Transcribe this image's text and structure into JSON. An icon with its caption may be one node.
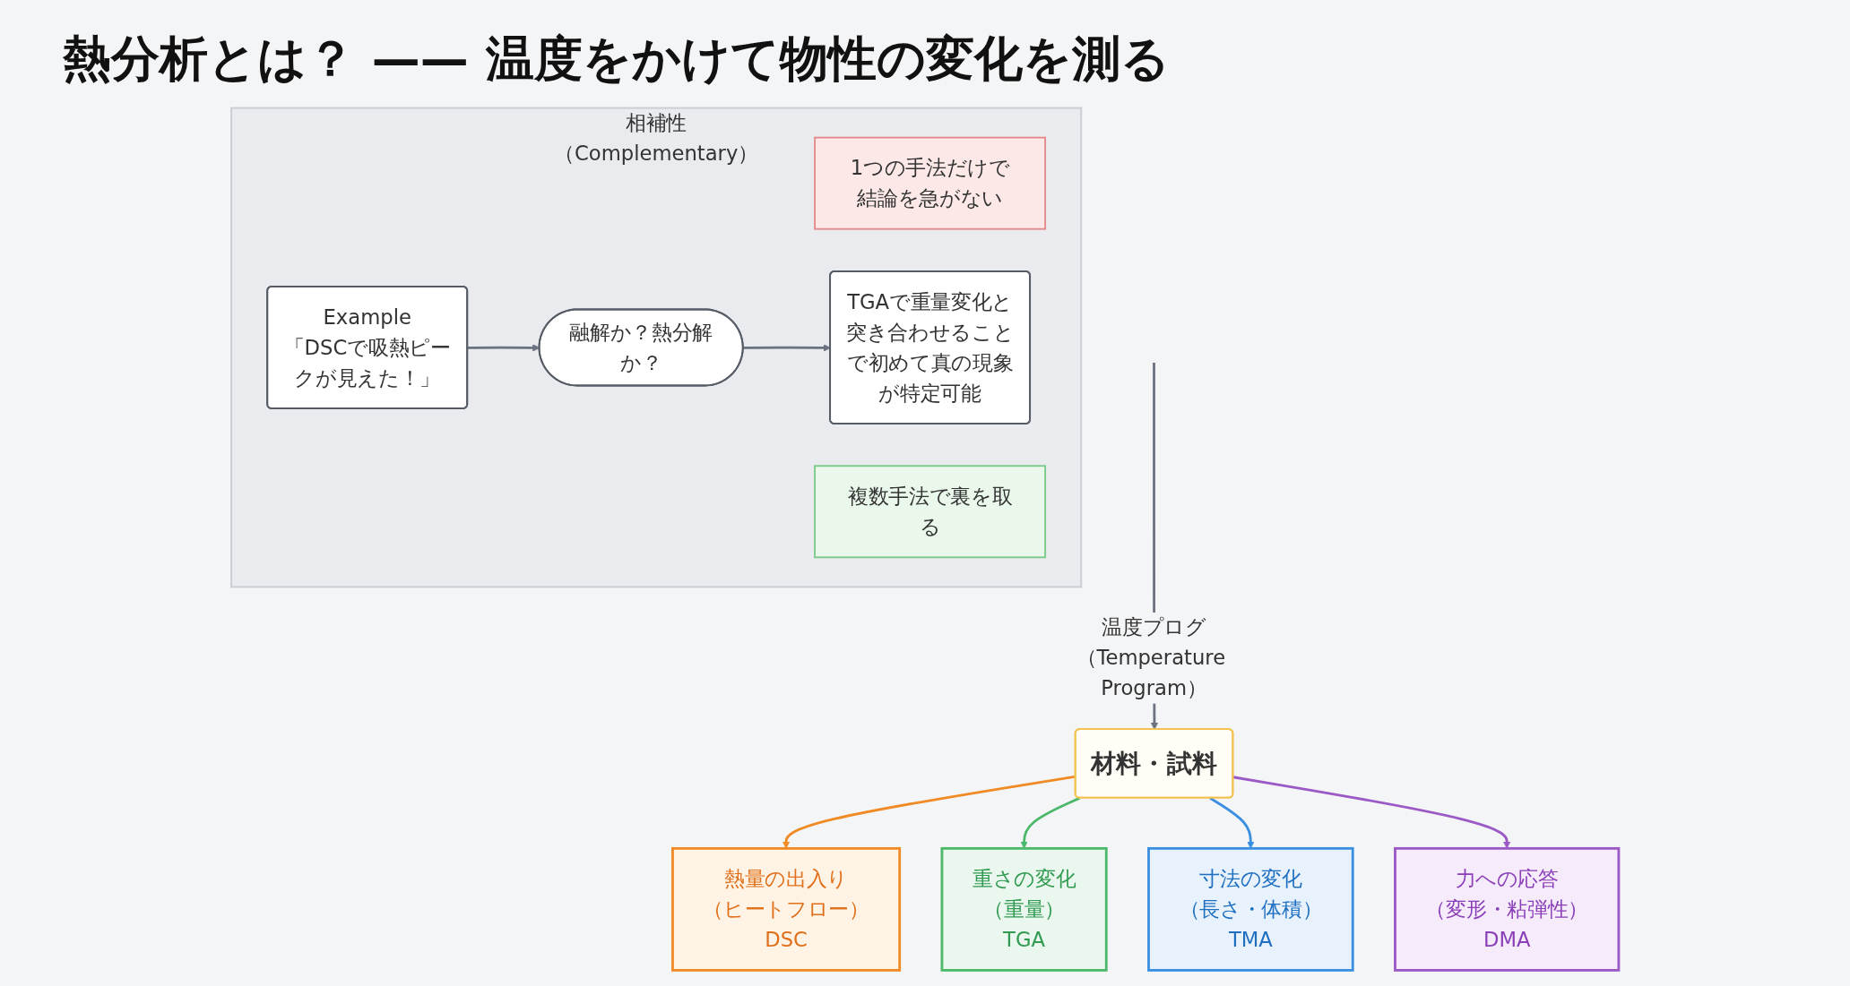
{
  "diagram": {
    "title": "熱分析とは？ —— 温度をかけて物性の変化を測る",
    "nodes": [
      {
        "text": [
          "材料・試料"
        ]
      },
      {
        "text": [
          "熱量の出入り",
          "（ヒートフロー）",
          "DSC"
        ]
      },
      {
        "text": [
          "重さの変化",
          "（重量）",
          "TGA"
        ]
      },
      {
        "text": [
          "寸法の変化",
          "（長さ・体積）",
          "TMA"
        ]
      },
      {
        "text": [
          "力への応答",
          "（変形・粘弾性）",
          "DMA"
        ]
      },
      {
        "text": [
          "相補性（Complementary）"
        ]
      },
      {
        "text": [
          "1つの手法だけで結論を急がない"
        ],
        "in": 5
      },
      {
        "text": [
          "複数手法で裏を取る"
        ],
        "in": 5
      },
      {
        "text": [
          "Example",
          "「DSCで吸熱ピークが見えた！」"
        ],
        "in": 5
      },
      {
        "text": [
          "融解か？熱分解か？"
        ],
        "in": 5
      },
      {
        "text": [
          "TGAで重量変化と突き合わせることで初めて真の現象が特定可能"
        ],
        "in": 5
      }
    ],
    "edges": [
      {
        "from": null,
        "to": 0,
        "arrow": "to",
        "label": "温度プログ（Temperature Program）"
      },
      {
        "from": 0,
        "to": 1,
        "arrow": "to",
        "color": "#f08a24"
      },
      {
        "from": 0,
        "to": 2,
        "arrow": "to",
        "color": "#4cb86a"
      },
      {
        "from": 0,
        "to": 3,
        "arrow": "to",
        "color": "#3b8fe0"
      },
      {
        "from": 0,
        "to": 4,
        "arrow": "to",
        "color": "#9b59c6"
      },
      {
        "from": 8,
        "to": 9,
        "arrow": "to"
      },
      {
        "from": 9,
        "to": 10,
        "arrow": "to"
      }
    ]
  }
}
